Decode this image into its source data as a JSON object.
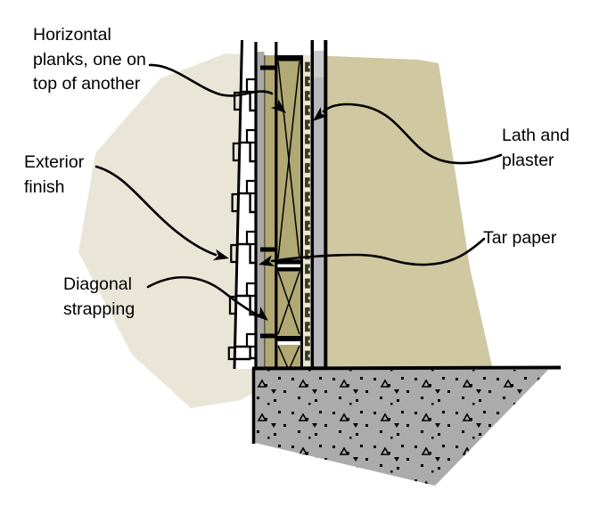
{
  "labels": {
    "horizontal_planks": {
      "line1": "Horizontal",
      "line2": "planks, one on",
      "line3": "top of another"
    },
    "exterior_finish": {
      "line1": "Exterior",
      "line2": "finish"
    },
    "diagonal_strapping": {
      "line1": "Diagonal",
      "line2": "strapping"
    },
    "lath_and_plaster": {
      "line1": "Lath and",
      "line2": "plaster"
    },
    "tar_paper": {
      "line1": "Tar paper"
    }
  },
  "colors": {
    "wood_olive": "#b1a873",
    "background_beige": "#e9e6d8",
    "background_khaki": "#cfc8a0",
    "tar_paper_gray": "#a8a8a8",
    "plaster_gray": "#b9b9bd",
    "plaster_gray_light": "#cbcbcb",
    "lath_background": "#eae6d2",
    "lath_dark": "#3a3722",
    "concrete_gray": "#ababab",
    "line_black": "#000000"
  }
}
